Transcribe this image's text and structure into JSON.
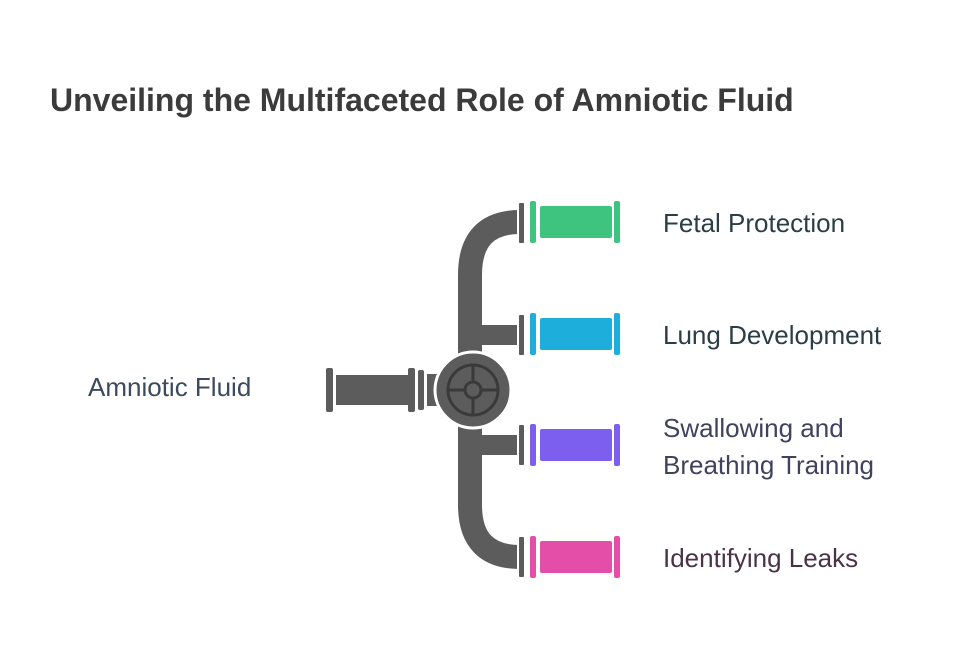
{
  "title": "Unveiling the Multifaceted Role of Amniotic Fluid",
  "source": {
    "label": "Amniotic Fluid"
  },
  "outputs": [
    {
      "label": "Fetal Protection",
      "color": "#3ec47e"
    },
    {
      "label": "Lung Development",
      "color": "#1eaedb"
    },
    {
      "label": "Swallowing and Breathing Training",
      "lines": [
        "Swallowing and",
        "Breathing Training"
      ],
      "color": "#7d5ff0"
    },
    {
      "label": "Identifying Leaks",
      "color": "#e44ea9"
    }
  ],
  "pipe_color": "#5c5c5c",
  "valve_icon": "valve-wheel-icon"
}
